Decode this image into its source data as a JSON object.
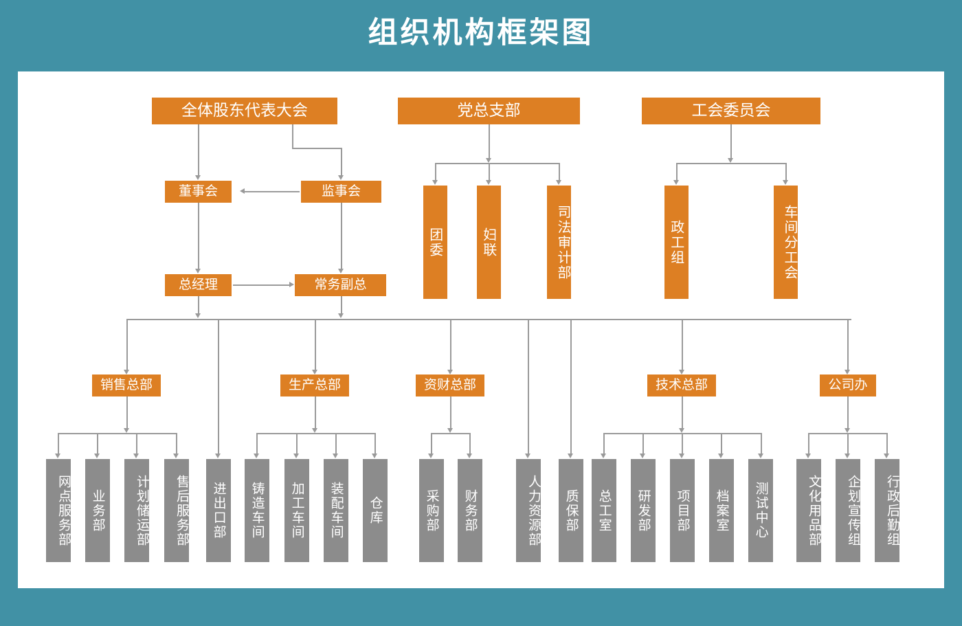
{
  "title": "组织机构框架图",
  "theme": {
    "background": "#4191A5",
    "canvas": "#FFFFFF",
    "primary_box": "#DD7F23",
    "secondary_box": "#8C8C8C",
    "connector": "#9A9A9A",
    "text": "#FFFFFF"
  },
  "chart_data": {
    "type": "diagram",
    "subtype": "organization-chart",
    "title": "组织机构框架图",
    "nodes": [
      {
        "id": "shareholders",
        "label": "全体股东代表大会",
        "level": 0,
        "style": "orange",
        "orientation": "horizontal"
      },
      {
        "id": "party",
        "label": "党总支部",
        "level": 0,
        "style": "orange",
        "orientation": "horizontal"
      },
      {
        "id": "union",
        "label": "工会委员会",
        "level": 0,
        "style": "orange",
        "orientation": "horizontal"
      },
      {
        "id": "board",
        "label": "董事会",
        "level": 1,
        "style": "orange",
        "orientation": "horizontal"
      },
      {
        "id": "supervisors",
        "label": "监事会",
        "level": 1,
        "style": "orange",
        "orientation": "horizontal"
      },
      {
        "id": "youth",
        "label": "团委",
        "level": 1,
        "style": "orange",
        "orientation": "vertical"
      },
      {
        "id": "women",
        "label": "妇联",
        "level": 1,
        "style": "orange",
        "orientation": "vertical"
      },
      {
        "id": "judicial",
        "label": "司法审计部",
        "level": 1,
        "style": "orange",
        "orientation": "vertical"
      },
      {
        "id": "political",
        "label": "政工组",
        "level": 1,
        "style": "orange",
        "orientation": "vertical"
      },
      {
        "id": "workshopunion",
        "label": "车间分工会",
        "level": 1,
        "style": "orange",
        "orientation": "vertical"
      },
      {
        "id": "gm",
        "label": "总经理",
        "level": 2,
        "style": "orange",
        "orientation": "horizontal"
      },
      {
        "id": "deputygm",
        "label": "常务副总",
        "level": 2,
        "style": "orange",
        "orientation": "horizontal"
      },
      {
        "id": "sales",
        "label": "销售总部",
        "level": 3,
        "style": "orange",
        "orientation": "horizontal"
      },
      {
        "id": "production",
        "label": "生产总部",
        "level": 3,
        "style": "orange",
        "orientation": "horizontal"
      },
      {
        "id": "finance",
        "label": "资财总部",
        "level": 3,
        "style": "orange",
        "orientation": "horizontal"
      },
      {
        "id": "technology",
        "label": "技术总部",
        "level": 3,
        "style": "orange",
        "orientation": "horizontal"
      },
      {
        "id": "office",
        "label": "公司办",
        "level": 3,
        "style": "orange",
        "orientation": "horizontal"
      },
      {
        "id": "branchservice",
        "label": "网点服务部",
        "level": 4,
        "style": "gray",
        "orientation": "vertical"
      },
      {
        "id": "business",
        "label": "业务部",
        "level": 4,
        "style": "gray",
        "orientation": "vertical"
      },
      {
        "id": "planstorage",
        "label": "计划储运部",
        "level": 4,
        "style": "gray",
        "orientation": "vertical"
      },
      {
        "id": "aftersales",
        "label": "售后服务部",
        "level": 4,
        "style": "gray",
        "orientation": "vertical"
      },
      {
        "id": "importexport",
        "label": "进出口部",
        "level": 4,
        "style": "gray",
        "orientation": "vertical"
      },
      {
        "id": "casting",
        "label": "铸造车间",
        "level": 4,
        "style": "gray",
        "orientation": "vertical"
      },
      {
        "id": "machining",
        "label": "加工车间",
        "level": 4,
        "style": "gray",
        "orientation": "vertical"
      },
      {
        "id": "assembly",
        "label": "装配车间",
        "level": 4,
        "style": "gray",
        "orientation": "vertical"
      },
      {
        "id": "warehouse",
        "label": "仓库",
        "level": 4,
        "style": "gray",
        "orientation": "vertical"
      },
      {
        "id": "purchasing",
        "label": "采购部",
        "level": 4,
        "style": "gray",
        "orientation": "vertical"
      },
      {
        "id": "accounting",
        "label": "财务部",
        "level": 4,
        "style": "gray",
        "orientation": "vertical"
      },
      {
        "id": "hr",
        "label": "人力资源部",
        "level": 4,
        "style": "gray",
        "orientation": "vertical"
      },
      {
        "id": "quality",
        "label": "质保部",
        "level": 4,
        "style": "gray",
        "orientation": "vertical"
      },
      {
        "id": "chiefeng",
        "label": "总工室",
        "level": 4,
        "style": "gray",
        "orientation": "vertical"
      },
      {
        "id": "rd",
        "label": "研发部",
        "level": 4,
        "style": "gray",
        "orientation": "vertical"
      },
      {
        "id": "project",
        "label": "项目部",
        "level": 4,
        "style": "gray",
        "orientation": "vertical"
      },
      {
        "id": "archive",
        "label": "档案室",
        "level": 4,
        "style": "gray",
        "orientation": "vertical"
      },
      {
        "id": "testing",
        "label": "测试中心",
        "level": 4,
        "style": "gray",
        "orientation": "vertical"
      },
      {
        "id": "stationery",
        "label": "文化用品部",
        "level": 4,
        "style": "gray",
        "orientation": "vertical"
      },
      {
        "id": "promotion",
        "label": "企划宣传组",
        "level": 4,
        "style": "gray",
        "orientation": "vertical"
      },
      {
        "id": "admin",
        "label": "行政后勤组",
        "level": 4,
        "style": "gray",
        "orientation": "vertical"
      }
    ],
    "edges": [
      {
        "from": "shareholders",
        "to": "board"
      },
      {
        "from": "shareholders",
        "to": "supervisors"
      },
      {
        "from": "supervisors",
        "to": "board"
      },
      {
        "from": "board",
        "to": "gm"
      },
      {
        "from": "supervisors",
        "to": "deputygm"
      },
      {
        "from": "gm",
        "to": "deputygm"
      },
      {
        "from": "party",
        "to": "youth"
      },
      {
        "from": "party",
        "to": "women"
      },
      {
        "from": "party",
        "to": "judicial"
      },
      {
        "from": "union",
        "to": "political"
      },
      {
        "from": "union",
        "to": "workshopunion"
      },
      {
        "from": "gm",
        "to": "sales"
      },
      {
        "from": "gm",
        "to": "production"
      },
      {
        "from": "gm",
        "to": "finance"
      },
      {
        "from": "gm",
        "to": "technology"
      },
      {
        "from": "gm",
        "to": "office"
      },
      {
        "from": "gm",
        "to": "importexport"
      },
      {
        "from": "gm",
        "to": "hr"
      },
      {
        "from": "gm",
        "to": "quality"
      },
      {
        "from": "sales",
        "to": "branchservice"
      },
      {
        "from": "sales",
        "to": "business"
      },
      {
        "from": "sales",
        "to": "planstorage"
      },
      {
        "from": "sales",
        "to": "aftersales"
      },
      {
        "from": "production",
        "to": "casting"
      },
      {
        "from": "production",
        "to": "machining"
      },
      {
        "from": "production",
        "to": "assembly"
      },
      {
        "from": "production",
        "to": "warehouse"
      },
      {
        "from": "finance",
        "to": "purchasing"
      },
      {
        "from": "finance",
        "to": "accounting"
      },
      {
        "from": "technology",
        "to": "chiefeng"
      },
      {
        "from": "technology",
        "to": "rd"
      },
      {
        "from": "technology",
        "to": "project"
      },
      {
        "from": "technology",
        "to": "archive"
      },
      {
        "from": "technology",
        "to": "testing"
      },
      {
        "from": "office",
        "to": "stationery"
      },
      {
        "from": "office",
        "to": "promotion"
      },
      {
        "from": "office",
        "to": "admin"
      }
    ]
  },
  "nodes": {
    "shareholders": "全体股东代表大会",
    "party": "党总支部",
    "union": "工会委员会",
    "board": "董事会",
    "supervisors": "监事会",
    "youth": "团委",
    "women": "妇联",
    "judicial": "司法审计部",
    "political": "政工组",
    "workshopunion": "车间分工会",
    "gm": "总经理",
    "deputygm": "常务副总",
    "sales": "销售总部",
    "production": "生产总部",
    "finance": "资财总部",
    "technology": "技术总部",
    "office": "公司办",
    "branchservice": "网点服务部",
    "business": "业务部",
    "planstorage": "计划储运部",
    "aftersales": "售后服务部",
    "importexport": "进出口部",
    "casting": "铸造车间",
    "machining": "加工车间",
    "assembly": "装配车间",
    "warehouse": "仓库",
    "purchasing": "采购部",
    "accounting": "财务部",
    "hr": "人力资源部",
    "quality": "质保部",
    "chiefeng": "总工室",
    "rd": "研发部",
    "project": "项目部",
    "archive": "档案室",
    "testing": "测试中心",
    "stationery": "文化用品部",
    "promotion": "企划宣传组",
    "admin": "行政后勤组"
  }
}
